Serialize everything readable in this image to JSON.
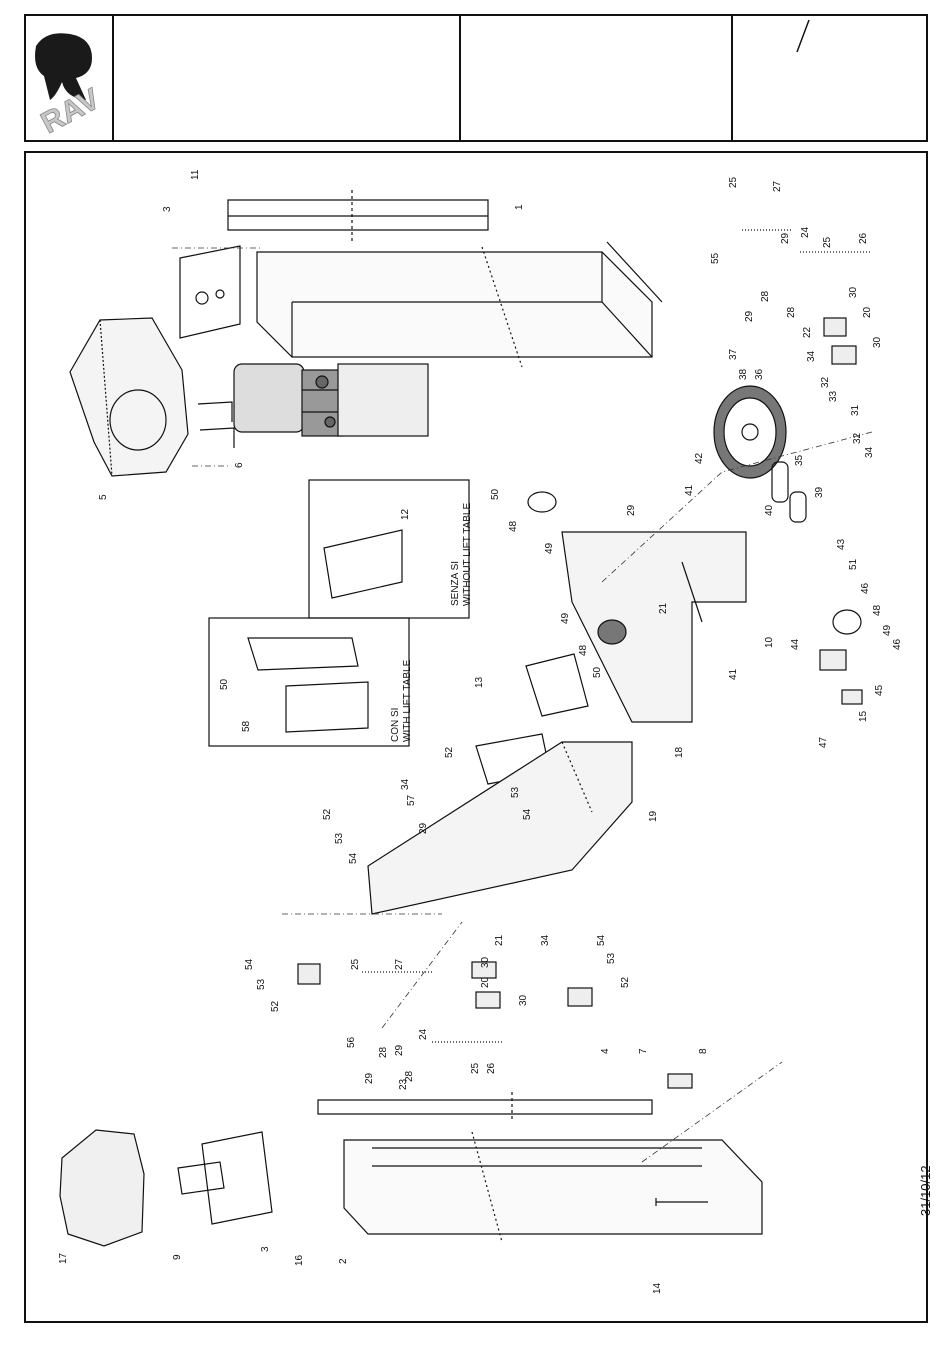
{
  "header": {
    "logo_text": "RAV",
    "cell_a": "",
    "cell_b": "",
    "cell_c_mark": "/"
  },
  "footer": {
    "date": "31/10/12"
  },
  "boxes": {
    "without_lift_table": {
      "line1": "SENZA SI",
      "line2": "WITHOUT LIFT TABLE",
      "part": "12"
    },
    "with_lift_table": {
      "line1": "CON SI",
      "line2": "WITH LIFT TABLE",
      "parts": [
        "50",
        "58"
      ]
    }
  },
  "parts": [
    {
      "id": "p1",
      "n": "1"
    },
    {
      "id": "p2",
      "n": "2"
    },
    {
      "id": "p3a",
      "n": "3"
    },
    {
      "id": "p3b",
      "n": "3"
    },
    {
      "id": "p4",
      "n": "4"
    },
    {
      "id": "p5",
      "n": "5"
    },
    {
      "id": "p6",
      "n": "6"
    },
    {
      "id": "p7",
      "n": "7"
    },
    {
      "id": "p8",
      "n": "8"
    },
    {
      "id": "p9",
      "n": "9"
    },
    {
      "id": "p10",
      "n": "10"
    },
    {
      "id": "p11",
      "n": "11"
    },
    {
      "id": "p13",
      "n": "13"
    },
    {
      "id": "p14",
      "n": "14"
    },
    {
      "id": "p15",
      "n": "15"
    },
    {
      "id": "p16",
      "n": "16"
    },
    {
      "id": "p17",
      "n": "17"
    },
    {
      "id": "p18",
      "n": "18"
    },
    {
      "id": "p19",
      "n": "19"
    },
    {
      "id": "p20a",
      "n": "20"
    },
    {
      "id": "p20b",
      "n": "20"
    },
    {
      "id": "p21a",
      "n": "21"
    },
    {
      "id": "p21b",
      "n": "21"
    },
    {
      "id": "p22",
      "n": "22"
    },
    {
      "id": "p23",
      "n": "23"
    },
    {
      "id": "p24a",
      "n": "24"
    },
    {
      "id": "p24b",
      "n": "24"
    },
    {
      "id": "p25a",
      "n": "25"
    },
    {
      "id": "p25b",
      "n": "25"
    },
    {
      "id": "p25c",
      "n": "25"
    },
    {
      "id": "p25d",
      "n": "25"
    },
    {
      "id": "p26a",
      "n": "26"
    },
    {
      "id": "p26b",
      "n": "26"
    },
    {
      "id": "p27a",
      "n": "27"
    },
    {
      "id": "p27b",
      "n": "27"
    },
    {
      "id": "p28a",
      "n": "28"
    },
    {
      "id": "p28b",
      "n": "28"
    },
    {
      "id": "p28c",
      "n": "28"
    },
    {
      "id": "p28d",
      "n": "28"
    },
    {
      "id": "p29a",
      "n": "29"
    },
    {
      "id": "p29b",
      "n": "29"
    },
    {
      "id": "p29c",
      "n": "29"
    },
    {
      "id": "p29d",
      "n": "29"
    },
    {
      "id": "p29e",
      "n": "29"
    },
    {
      "id": "p29f",
      "n": "29"
    },
    {
      "id": "p30a",
      "n": "30"
    },
    {
      "id": "p30b",
      "n": "30"
    },
    {
      "id": "p30c",
      "n": "30"
    },
    {
      "id": "p30d",
      "n": "30"
    },
    {
      "id": "p31",
      "n": "31"
    },
    {
      "id": "p32a",
      "n": "32"
    },
    {
      "id": "p32b",
      "n": "32"
    },
    {
      "id": "p33",
      "n": "33"
    },
    {
      "id": "p34a",
      "n": "34"
    },
    {
      "id": "p34b",
      "n": "34"
    },
    {
      "id": "p34c",
      "n": "34"
    },
    {
      "id": "p34d",
      "n": "34"
    },
    {
      "id": "p35",
      "n": "35"
    },
    {
      "id": "p36",
      "n": "36"
    },
    {
      "id": "p37",
      "n": "37"
    },
    {
      "id": "p38",
      "n": "38"
    },
    {
      "id": "p39",
      "n": "39"
    },
    {
      "id": "p40",
      "n": "40"
    },
    {
      "id": "p41a",
      "n": "41"
    },
    {
      "id": "p41b",
      "n": "41"
    },
    {
      "id": "p42",
      "n": "42"
    },
    {
      "id": "p43",
      "n": "43"
    },
    {
      "id": "p44",
      "n": "44"
    },
    {
      "id": "p45",
      "n": "45"
    },
    {
      "id": "p46a",
      "n": "46"
    },
    {
      "id": "p46b",
      "n": "46"
    },
    {
      "id": "p47",
      "n": "47"
    },
    {
      "id": "p48a",
      "n": "48"
    },
    {
      "id": "p48b",
      "n": "48"
    },
    {
      "id": "p48c",
      "n": "48"
    },
    {
      "id": "p49a",
      "n": "49"
    },
    {
      "id": "p49b",
      "n": "49"
    },
    {
      "id": "p49c",
      "n": "49"
    },
    {
      "id": "p50a",
      "n": "50"
    },
    {
      "id": "p50b",
      "n": "50"
    },
    {
      "id": "p51",
      "n": "51"
    },
    {
      "id": "p52a",
      "n": "52"
    },
    {
      "id": "p52b",
      "n": "52"
    },
    {
      "id": "p52c",
      "n": "52"
    },
    {
      "id": "p52d",
      "n": "52"
    },
    {
      "id": "p53a",
      "n": "53"
    },
    {
      "id": "p53b",
      "n": "53"
    },
    {
      "id": "p53c",
      "n": "53"
    },
    {
      "id": "p53d",
      "n": "53"
    },
    {
      "id": "p54a",
      "n": "54"
    },
    {
      "id": "p54b",
      "n": "54"
    },
    {
      "id": "p54c",
      "n": "54"
    },
    {
      "id": "p54d",
      "n": "54"
    },
    {
      "id": "p55",
      "n": "55"
    },
    {
      "id": "p56",
      "n": "56"
    },
    {
      "id": "p57",
      "n": "57"
    }
  ]
}
